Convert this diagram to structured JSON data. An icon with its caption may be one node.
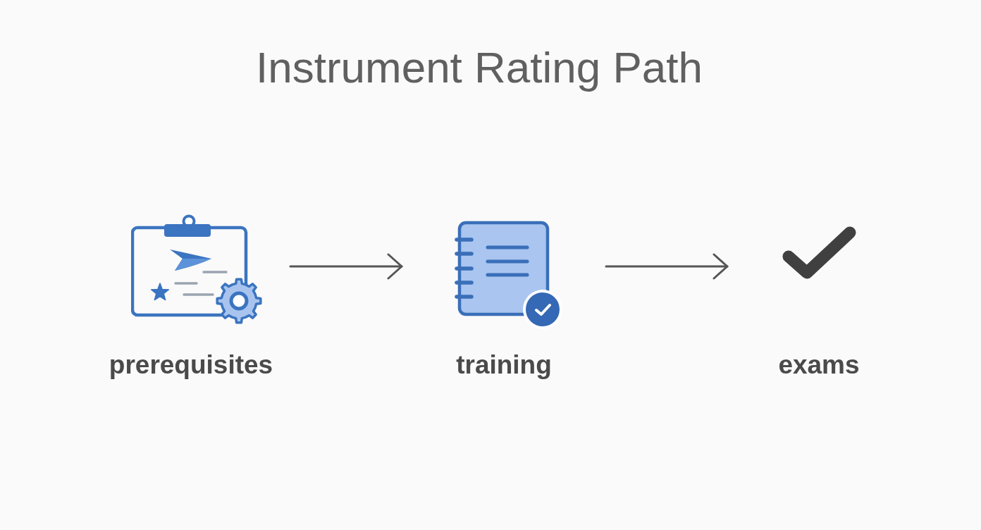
{
  "diagram": {
    "title": "Instrument Rating Path",
    "nodes": [
      {
        "text": [
          "prerequisites"
        ]
      },
      {
        "text": [
          "training"
        ]
      },
      {
        "text": [
          "exams"
        ]
      }
    ],
    "edges": [
      {
        "from": 0,
        "to": 1,
        "arrow": "to"
      },
      {
        "from": 1,
        "to": 2,
        "arrow": "to"
      }
    ]
  }
}
